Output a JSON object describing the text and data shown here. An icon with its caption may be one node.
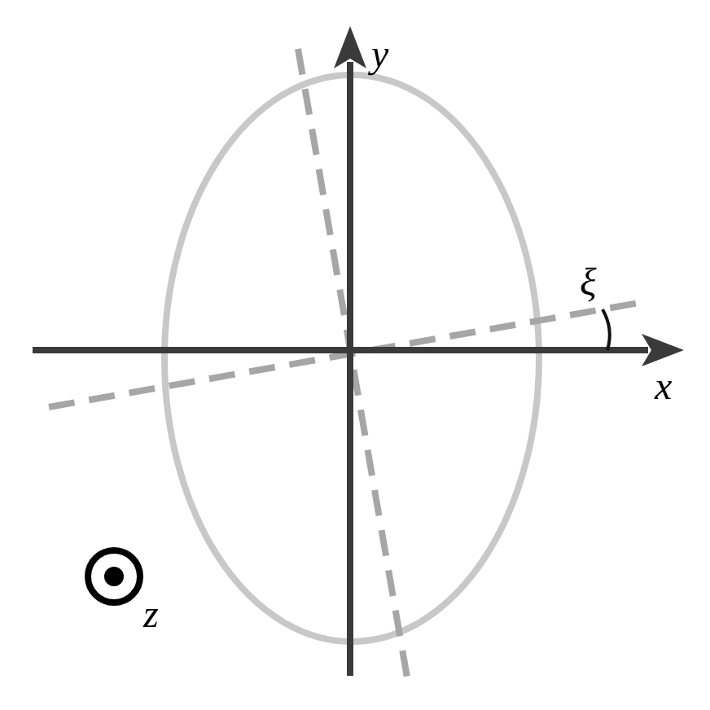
{
  "diagram": {
    "labels": [
      "y",
      "ξ",
      "x",
      "z"
    ]
  }
}
